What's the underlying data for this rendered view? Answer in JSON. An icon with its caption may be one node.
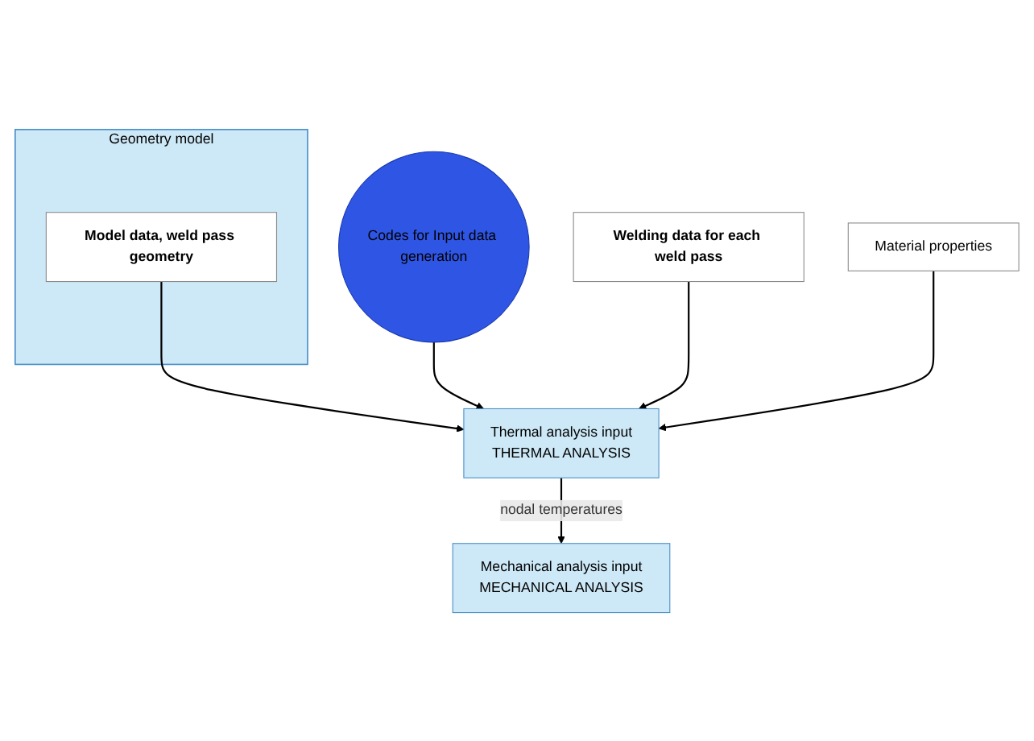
{
  "diagram": {
    "nodes": [
      {
        "text": [
          "Geometry model"
        ]
      },
      {
        "text": [
          "Model data, weld pass geometry"
        ],
        "in": 0
      },
      {
        "text": [
          "Codes for Input data generation"
        ]
      },
      {
        "text": [
          "Welding data for each weld pass"
        ]
      },
      {
        "text": [
          "Material properties"
        ]
      },
      {
        "text": [
          "Thermal analysis input",
          "THERMAL ANALYSIS"
        ]
      },
      {
        "text": [
          "Mechanical analysis input",
          "MECHANICAL ANALYSIS"
        ]
      }
    ],
    "edges": [
      {
        "from": 1,
        "to": 5,
        "arrow": "to"
      },
      {
        "from": 2,
        "to": 5,
        "arrow": "to"
      },
      {
        "from": 3,
        "to": 5,
        "arrow": "to"
      },
      {
        "from": 4,
        "to": 5,
        "arrow": "to"
      },
      {
        "from": 5,
        "to": 6,
        "label": "nodal temperatures",
        "arrow": "to"
      }
    ]
  }
}
